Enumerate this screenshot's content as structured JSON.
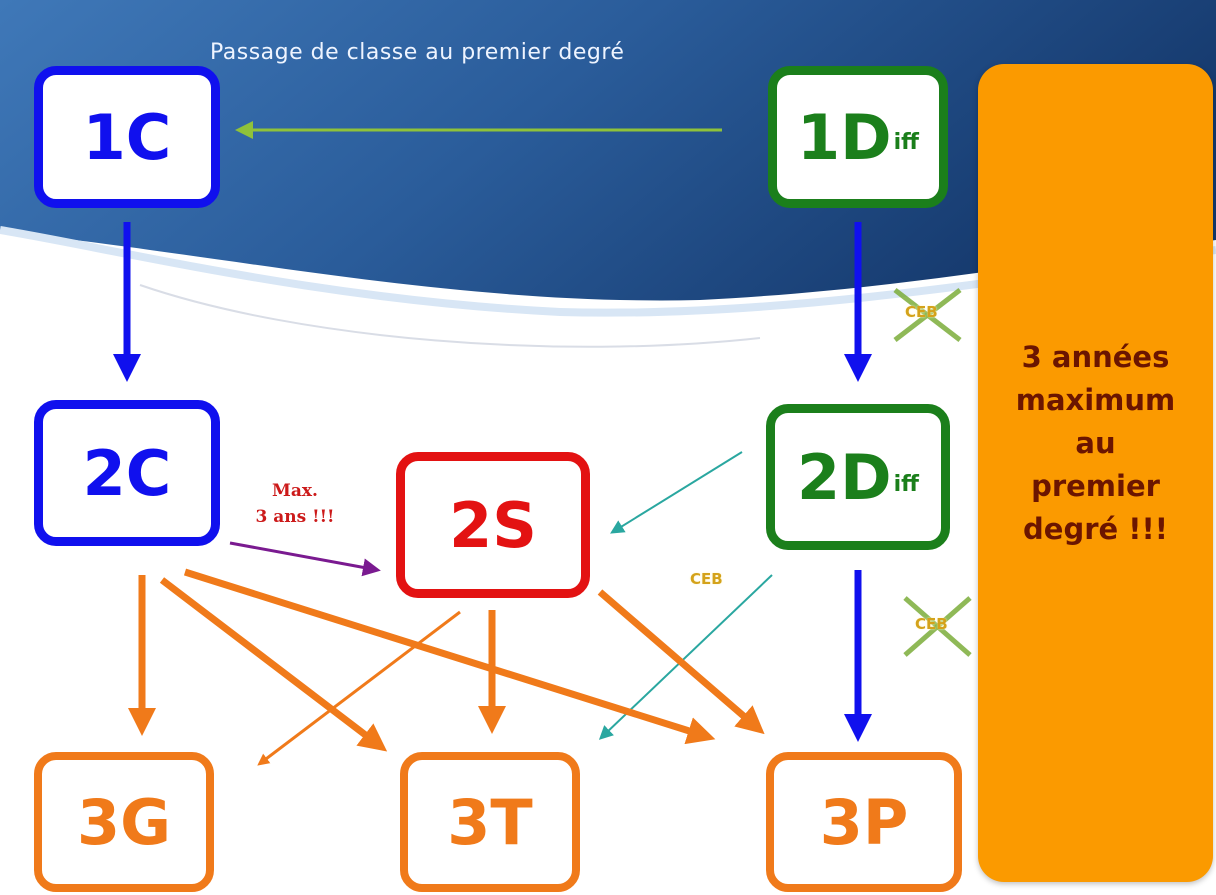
{
  "title": "Passage de classe au premier degré",
  "boxes": {
    "c1": {
      "main": "1C",
      "sub": ""
    },
    "d1": {
      "main": "1D",
      "sub": "iff"
    },
    "c2": {
      "main": "2C",
      "sub": ""
    },
    "s2": {
      "main": "2S",
      "sub": ""
    },
    "d2": {
      "main": "2D",
      "sub": "iff"
    },
    "g3": {
      "main": "3G",
      "sub": ""
    },
    "t3": {
      "main": "3T",
      "sub": ""
    },
    "p3": {
      "main": "3P",
      "sub": ""
    }
  },
  "max_label": {
    "line1": "Max.",
    "line2": "3 ans !!!"
  },
  "side_panel": {
    "line1": "3 années",
    "line2": "maximum",
    "line3": "au",
    "line4": "premier",
    "line5": "degré !!!"
  },
  "ceb_label": "CEB",
  "colors": {
    "blue": "#1010ee",
    "green": "#1b7f1b",
    "red": "#e31212",
    "orange": "#f07a1a",
    "side_panel": "#fb9a00",
    "side_text": "#6b1500"
  }
}
